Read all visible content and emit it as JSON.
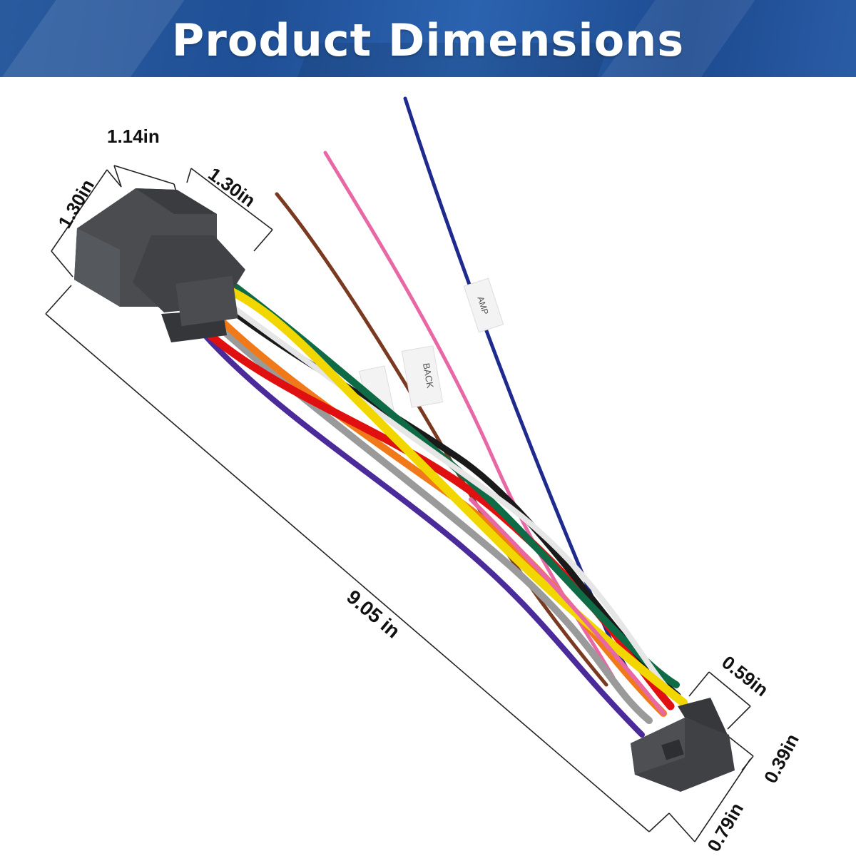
{
  "header": {
    "title": "Product Dimensions"
  },
  "dimensions": {
    "top_width": "1.14in",
    "left_height": "1.30in",
    "top_depth": "1.30in",
    "cable_length": "9.05 in",
    "small_width": "0.59in",
    "small_height": "0.39in",
    "small_depth": "0.79in"
  },
  "wire_tags": {
    "tag1": "BACK",
    "tag2": "AMP"
  },
  "colors": {
    "banner": "#1f4f96",
    "wire_blue": "#1f2a8f",
    "wire_pink": "#e868a6",
    "wire_brown": "#7a3a22",
    "wire_yellow": "#f2d600",
    "wire_green": "#0f6b45",
    "wire_red": "#e01010",
    "wire_orange": "#f07a1a",
    "wire_purple": "#4b2b9a",
    "wire_gray": "#9a9a9a",
    "wire_black": "#1a1a1a",
    "connector": "#4a4c50"
  }
}
